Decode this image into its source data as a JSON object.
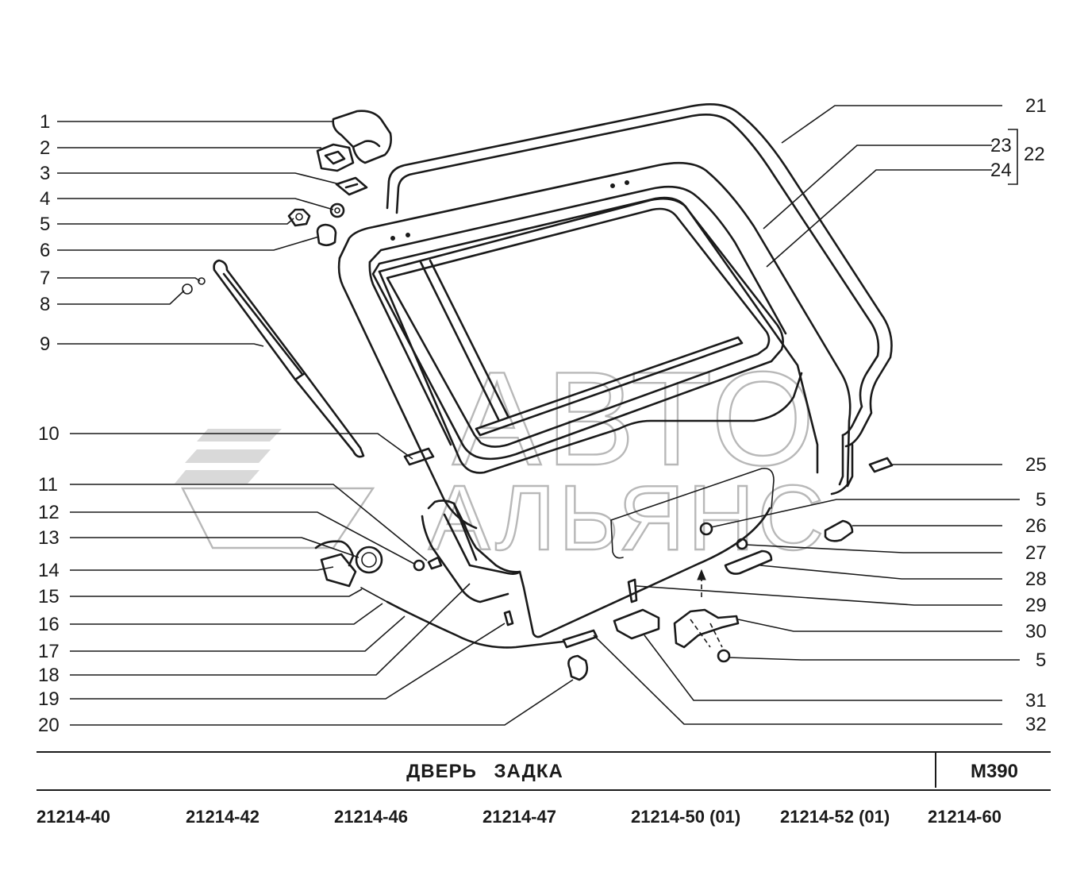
{
  "title": "ДВЕРЬ   ЗАДКА",
  "sheet_code": "M390",
  "watermark": {
    "line1": "АВТО",
    "line2": "АЛЬЯНС"
  },
  "callouts": {
    "c1": "1",
    "c2": "2",
    "c3": "3",
    "c4": "4",
    "c5": "5",
    "c6": "6",
    "c7": "7",
    "c8": "8",
    "c9": "9",
    "c10": "10",
    "c11": "11",
    "c12": "12",
    "c13": "13",
    "c14": "14",
    "c15": "15",
    "c16": "16",
    "c17": "17",
    "c18": "18",
    "c19": "19",
    "c20": "20",
    "c21": "21",
    "c22": "22",
    "c23": "23",
    "c24": "24",
    "c25": "25",
    "c5b": "5",
    "c26": "26",
    "c27": "27",
    "c28": "28",
    "c29": "29",
    "c30": "30",
    "c5c": "5",
    "c31": "31",
    "c32": "32"
  },
  "models": [
    "21214-40",
    "21214-42",
    "21214-46",
    "21214-47",
    "21214-50 (01)",
    "21214-52 (01)",
    "21214-60"
  ]
}
